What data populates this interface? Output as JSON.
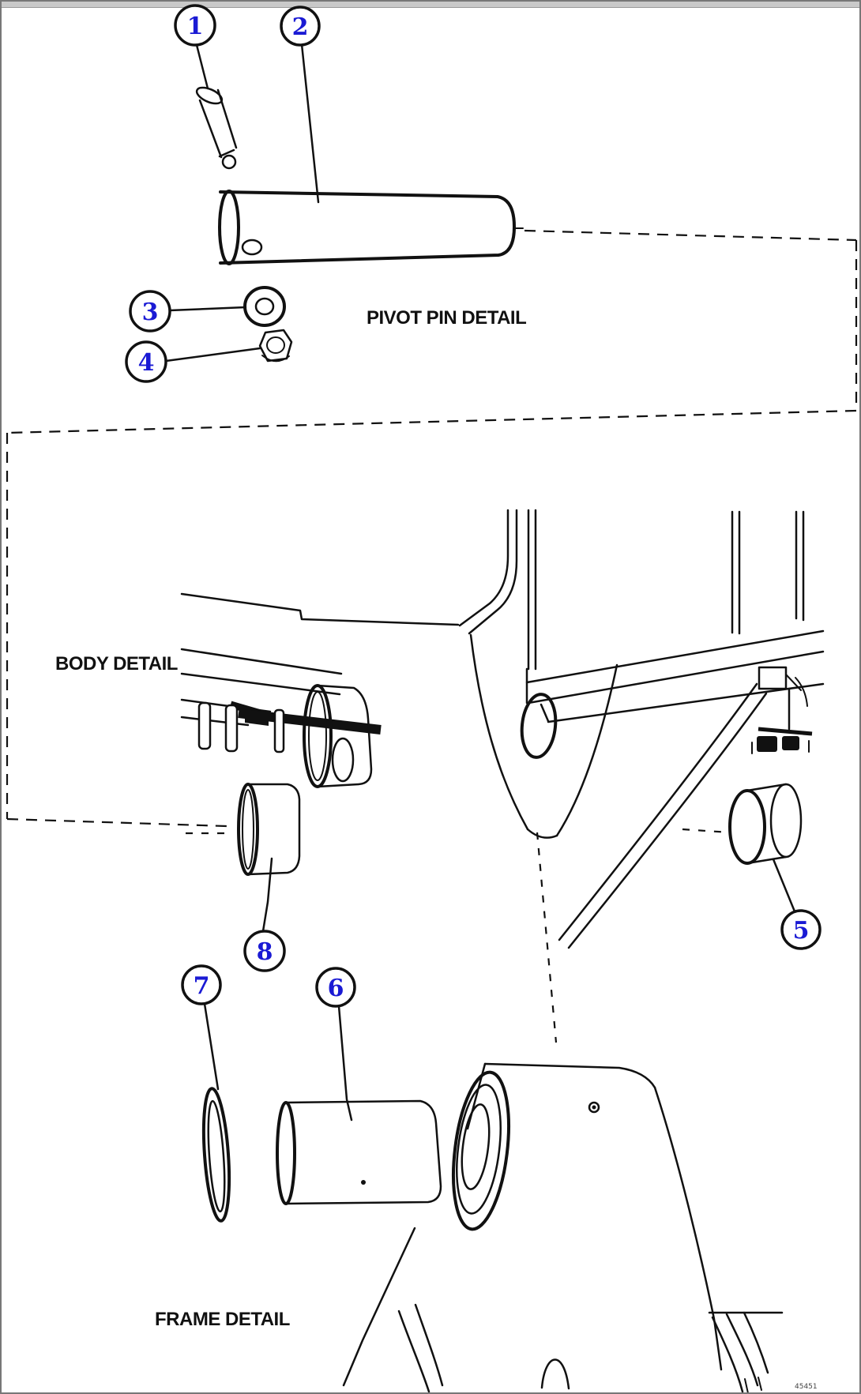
{
  "page": {
    "background": "#ffffff",
    "line_color": "#111111",
    "accent_blue": "#1a1ad4",
    "border_color": "#777777",
    "topbar_color": "#c9c9c9"
  },
  "labels": {
    "pivot_pin_detail": "PIVOT PIN DETAIL",
    "body_detail": "BODY DETAIL",
    "frame_detail": "FRAME DETAIL"
  },
  "drawing_number": "45451",
  "callouts": [
    {
      "number": "1"
    },
    {
      "number": "2"
    },
    {
      "number": "3"
    },
    {
      "number": "4"
    },
    {
      "number": "5"
    },
    {
      "number": "6"
    },
    {
      "number": "7"
    },
    {
      "number": "8"
    }
  ]
}
